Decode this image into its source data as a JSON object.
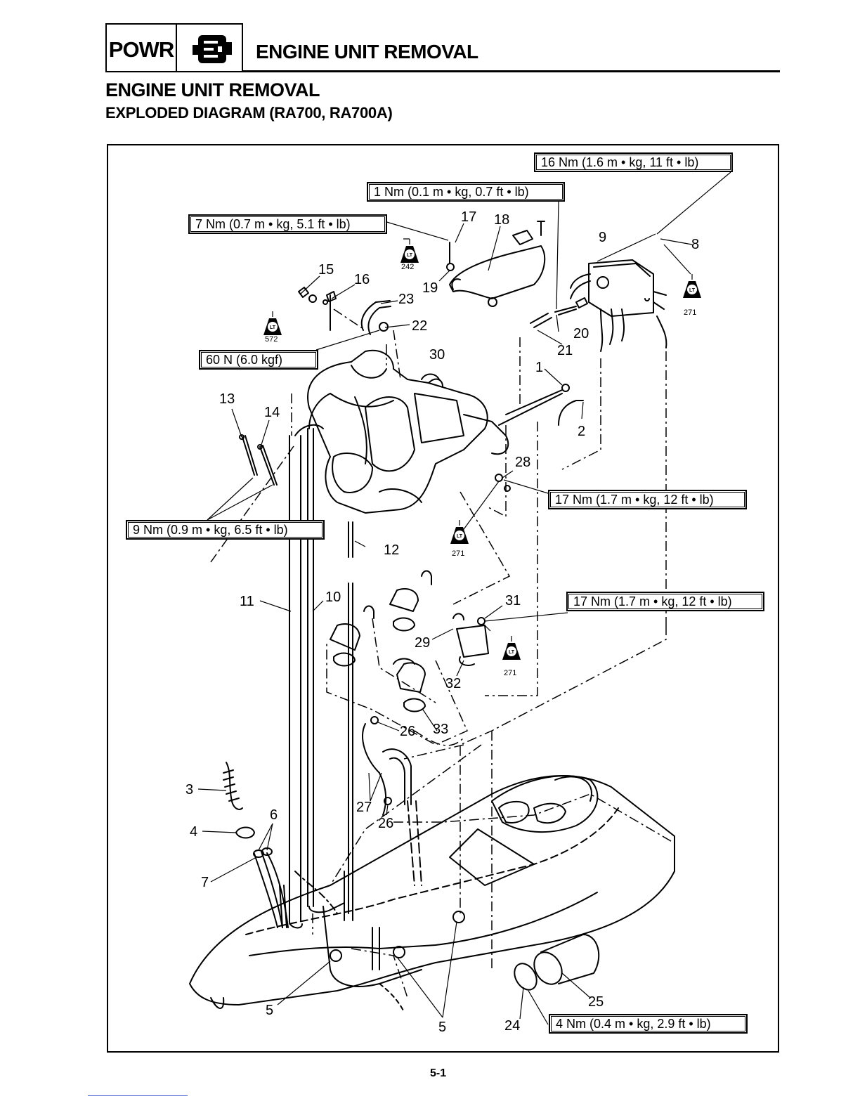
{
  "header": {
    "section_code": "POWR",
    "section_icon": "engine-icon",
    "title": "ENGINE UNIT REMOVAL"
  },
  "page_title": "ENGINE UNIT REMOVAL",
  "diagram_title": "EXPLODED DIAGRAM (RA700, RA700A)",
  "torque_specs": {
    "t16": "16 Nm (1.6 m • kg, 11 ft • lb)",
    "t1": "1 Nm (0.1 m • kg, 0.7 ft • lb)",
    "t7": "7 Nm (0.7 m • kg, 5.1 ft • lb)",
    "t60": "60 N (6.0 kgf)",
    "t9": "9 Nm (0.9 m • kg, 6.5 ft • lb)",
    "t17a": "17 Nm (1.7 m • kg, 12 ft • lb)",
    "t17b": "17 Nm (1.7 m • kg, 12 ft • lb)",
    "t4": "4 Nm (0.4 m • kg, 2.9 ft • lb)"
  },
  "locktite": {
    "icon": "loctite-drop-icon",
    "label": "LT",
    "codes": [
      "242",
      "572",
      "271",
      "271",
      "271"
    ]
  },
  "callouts": [
    "1",
    "2",
    "3",
    "4",
    "5",
    "5",
    "5",
    "6",
    "7",
    "8",
    "9",
    "10",
    "11",
    "12",
    "13",
    "14",
    "15",
    "16",
    "17",
    "18",
    "19",
    "20",
    "21",
    "22",
    "23",
    "24",
    "25",
    "26",
    "26",
    "27",
    "28",
    "29",
    "30",
    "31",
    "32",
    "33"
  ],
  "footer": {
    "page_number": "5-1"
  }
}
